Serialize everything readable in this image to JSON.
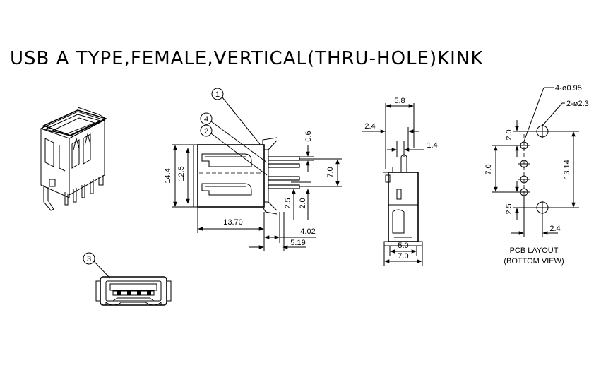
{
  "title": "USB A TYPE,FEMALE,VERTICAL(THRU-HOLE)KINK",
  "callouts": {
    "c1": "1",
    "c2": "2",
    "c3": "3",
    "c4": "4"
  },
  "side_view_dims": {
    "height_14_4": "14.4",
    "height_12_5": "12.5",
    "d_0_6": "0.6",
    "d_7_0": "7.0",
    "d_2_5": "2.5",
    "d_2_0": "2.0",
    "d_13_70": "13.70",
    "d_4_02": "4.02",
    "d_5_19": "5.19"
  },
  "front_view_dims": {
    "w_5_8": "5.8",
    "d_2_4": "2.4",
    "d_1_4": "1.4",
    "w_5_0": "5.0",
    "w_7_0": "7.0"
  },
  "pcb_layout": {
    "title": "PCB LAYOUT",
    "subtitle": "(BOTTOM VIEW)",
    "hole_small": "4-ø0.95",
    "hole_large": "2-ø2.3",
    "d_2_0": "2.0",
    "d_7_0": "7.0",
    "d_2_5": "2.5",
    "d_13_14": "13.14",
    "d_2_4": "2.4"
  }
}
